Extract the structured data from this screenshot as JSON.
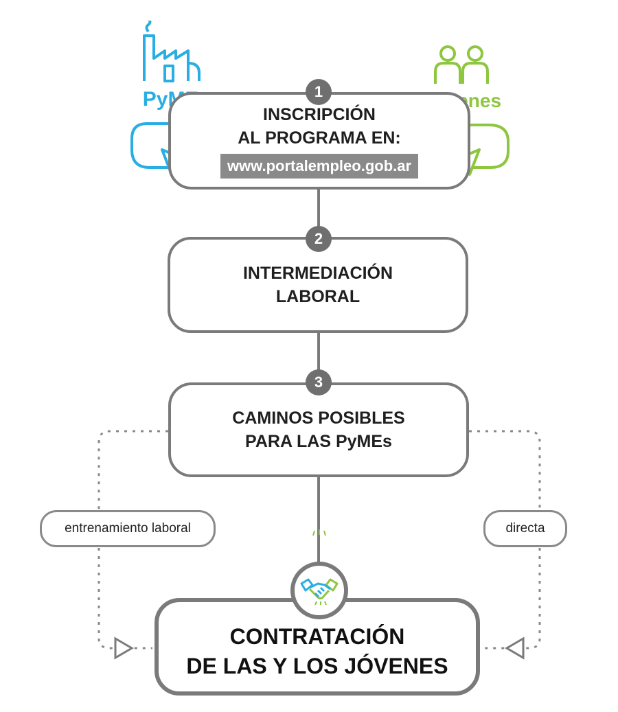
{
  "steps": [
    {
      "number": "1",
      "title_lines": [
        "INSCRIPCIÓN",
        "AL PROGRAMA EN:"
      ],
      "url": "www.portalempleo.gob.ar"
    },
    {
      "number": "2",
      "title_lines": [
        "INTERMEDIACIÓN",
        "LABORAL"
      ]
    },
    {
      "number": "3",
      "title_lines": [
        "CAMINOS POSIBLES",
        "PARA LAS PyMEs"
      ]
    }
  ],
  "actors": {
    "left": "PyMEs",
    "right": "Jóvenes"
  },
  "paths": {
    "left": "entrenamiento laboral",
    "right": "directa"
  },
  "final": {
    "title_lines": [
      "CONTRATACIÓN",
      "DE LAS Y LOS JÓVENES"
    ]
  },
  "colors": {
    "pymes": "#29aee3",
    "jovenes": "#8dc63f",
    "line": "#7a7a7a"
  },
  "icons": [
    "factory-icon",
    "two-people-icon",
    "click-arrow-icon",
    "handshake-icon"
  ]
}
